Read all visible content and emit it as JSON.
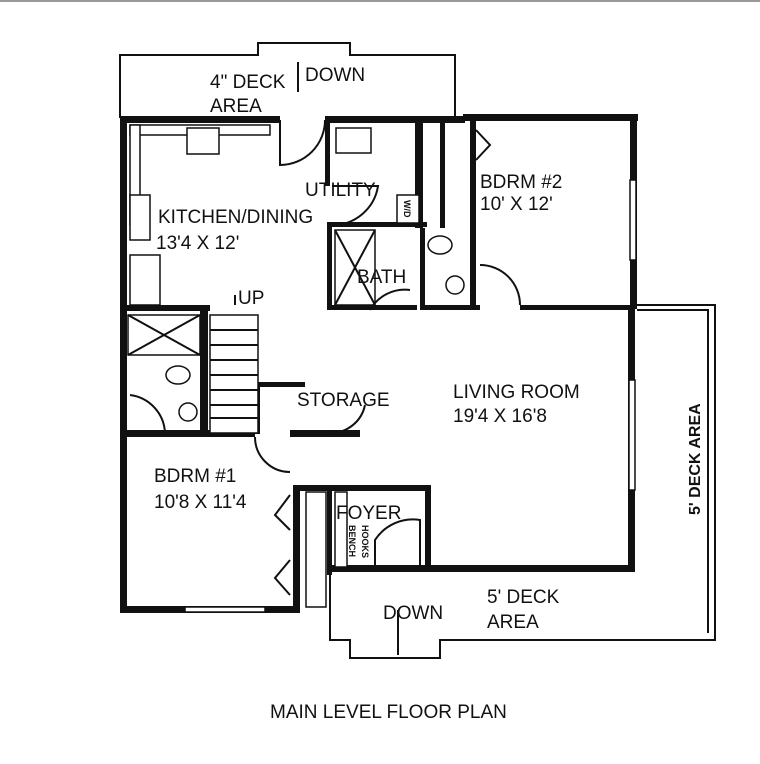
{
  "title": "MAIN LEVEL FLOOR PLAN",
  "rooms": {
    "top_deck": {
      "line1": "4\" DECK",
      "line2": "AREA",
      "stairs": "DOWN"
    },
    "utility": {
      "name": "UTILITY",
      "appliance": "W/D"
    },
    "kitchen": {
      "name": "KITCHEN/DINING",
      "size": "13'4 X 12'"
    },
    "bdrm2": {
      "name": "BDRM #2",
      "size": "10' X 12'"
    },
    "bath": {
      "name": "BATH"
    },
    "stairs": {
      "name": "UP"
    },
    "storage": {
      "name": "STORAGE"
    },
    "living": {
      "name": "LIVING ROOM",
      "size": "19'4 X 16'8"
    },
    "bdrm1": {
      "name": "BDRM #1",
      "size": "10'8 X 11'4"
    },
    "foyer": {
      "name": "FOYER",
      "bench": "BENCH",
      "hooks": "HOOKS"
    },
    "front_deck": {
      "line1": "5' DECK",
      "line2": "AREA",
      "stairs": "DOWN"
    },
    "side_deck": {
      "name": "5' DECK AREA"
    }
  }
}
